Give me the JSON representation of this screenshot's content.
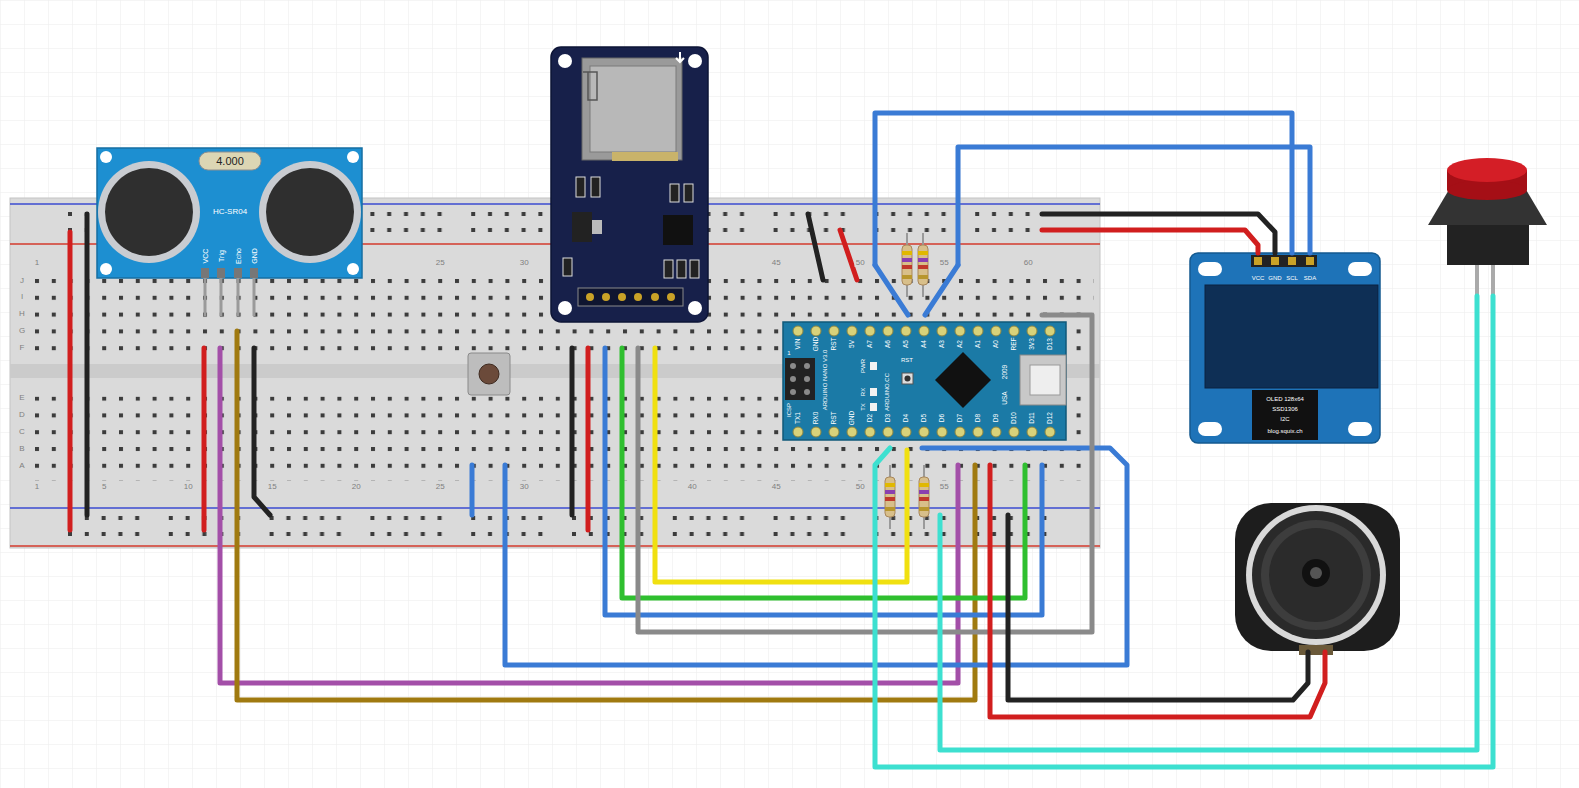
{
  "diagram": {
    "nodes": [
      {
        "text": [
          "4.000",
          "HC-SR04",
          "VCC",
          "Trig",
          "Echo",
          "GND"
        ]
      },
      {
        "text": [
          "1",
          "25",
          "30",
          "45",
          "50",
          "55",
          "60",
          "1",
          "5",
          "10",
          "15",
          "20",
          "25",
          "30",
          "40",
          "45",
          "50",
          "55",
          "J",
          "I",
          "H",
          "G",
          "F",
          "E",
          "D",
          "C",
          "B",
          "A"
        ]
      },
      {
        "text": [
          "VIN",
          "GND",
          "RST",
          "5V",
          "A7",
          "A6",
          "A5",
          "A4",
          "A3",
          "A2",
          "A1",
          "A0",
          "REF",
          "3V3",
          "D13",
          "TX1",
          "RX0",
          "RST",
          "GND",
          "D2",
          "D3",
          "D4",
          "D5",
          "D6",
          "D7",
          "D8",
          "D9",
          "D10",
          "D11",
          "D12",
          "ARDUINO NANO V3.0",
          "ARDUINO.CC",
          "2009",
          "USA",
          "ICSP",
          "1",
          "PWR",
          "RX",
          "TX",
          "RST"
        ],
        "in": 1
      },
      {
        "text": [
          "VCC",
          "GND",
          "SCL",
          "SDA",
          "OLED 128x64",
          "SSD1306",
          "I2C",
          "blog.squix.ch"
        ]
      }
    ],
    "edges": [
      {
        "from": 3,
        "to": 1,
        "arrow": "none"
      },
      {
        "from": 3,
        "to": 1,
        "arrow": "none"
      },
      {
        "from": 3,
        "to": 1,
        "arrow": "none"
      },
      {
        "from": 3,
        "to": 1,
        "arrow": "none"
      }
    ]
  }
}
